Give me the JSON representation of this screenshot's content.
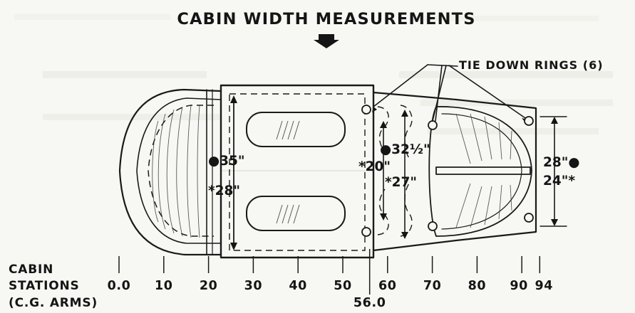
{
  "title": "CABIN WIDTH MEASUREMENTS",
  "callout": "TIE DOWN RINGS (6)",
  "measurements": {
    "front_dot": "●35\"",
    "front_star": "*28\"",
    "mid_star": "*20\"",
    "mid_dot": "●32½\"",
    "mid_star2": "*27\"",
    "rear_dot": "28\"●",
    "rear_star": "24\"*"
  },
  "station_title": [
    "CABIN",
    "STATIONS",
    "(C.G. ARMS)"
  ],
  "stations": [
    {
      "label": "0.0",
      "value": 0
    },
    {
      "label": "10",
      "value": 10
    },
    {
      "label": "20",
      "value": 20
    },
    {
      "label": "30",
      "value": 30
    },
    {
      "label": "40",
      "value": 40
    },
    {
      "label": "50",
      "value": 50
    },
    {
      "label": "60",
      "value": 60
    },
    {
      "label": "70",
      "value": 70
    },
    {
      "label": "80",
      "value": 80
    },
    {
      "label": "90",
      "value": 90
    },
    {
      "label": "94",
      "value": 94
    }
  ],
  "station_extra": {
    "label": "56.0",
    "value": 56
  }
}
